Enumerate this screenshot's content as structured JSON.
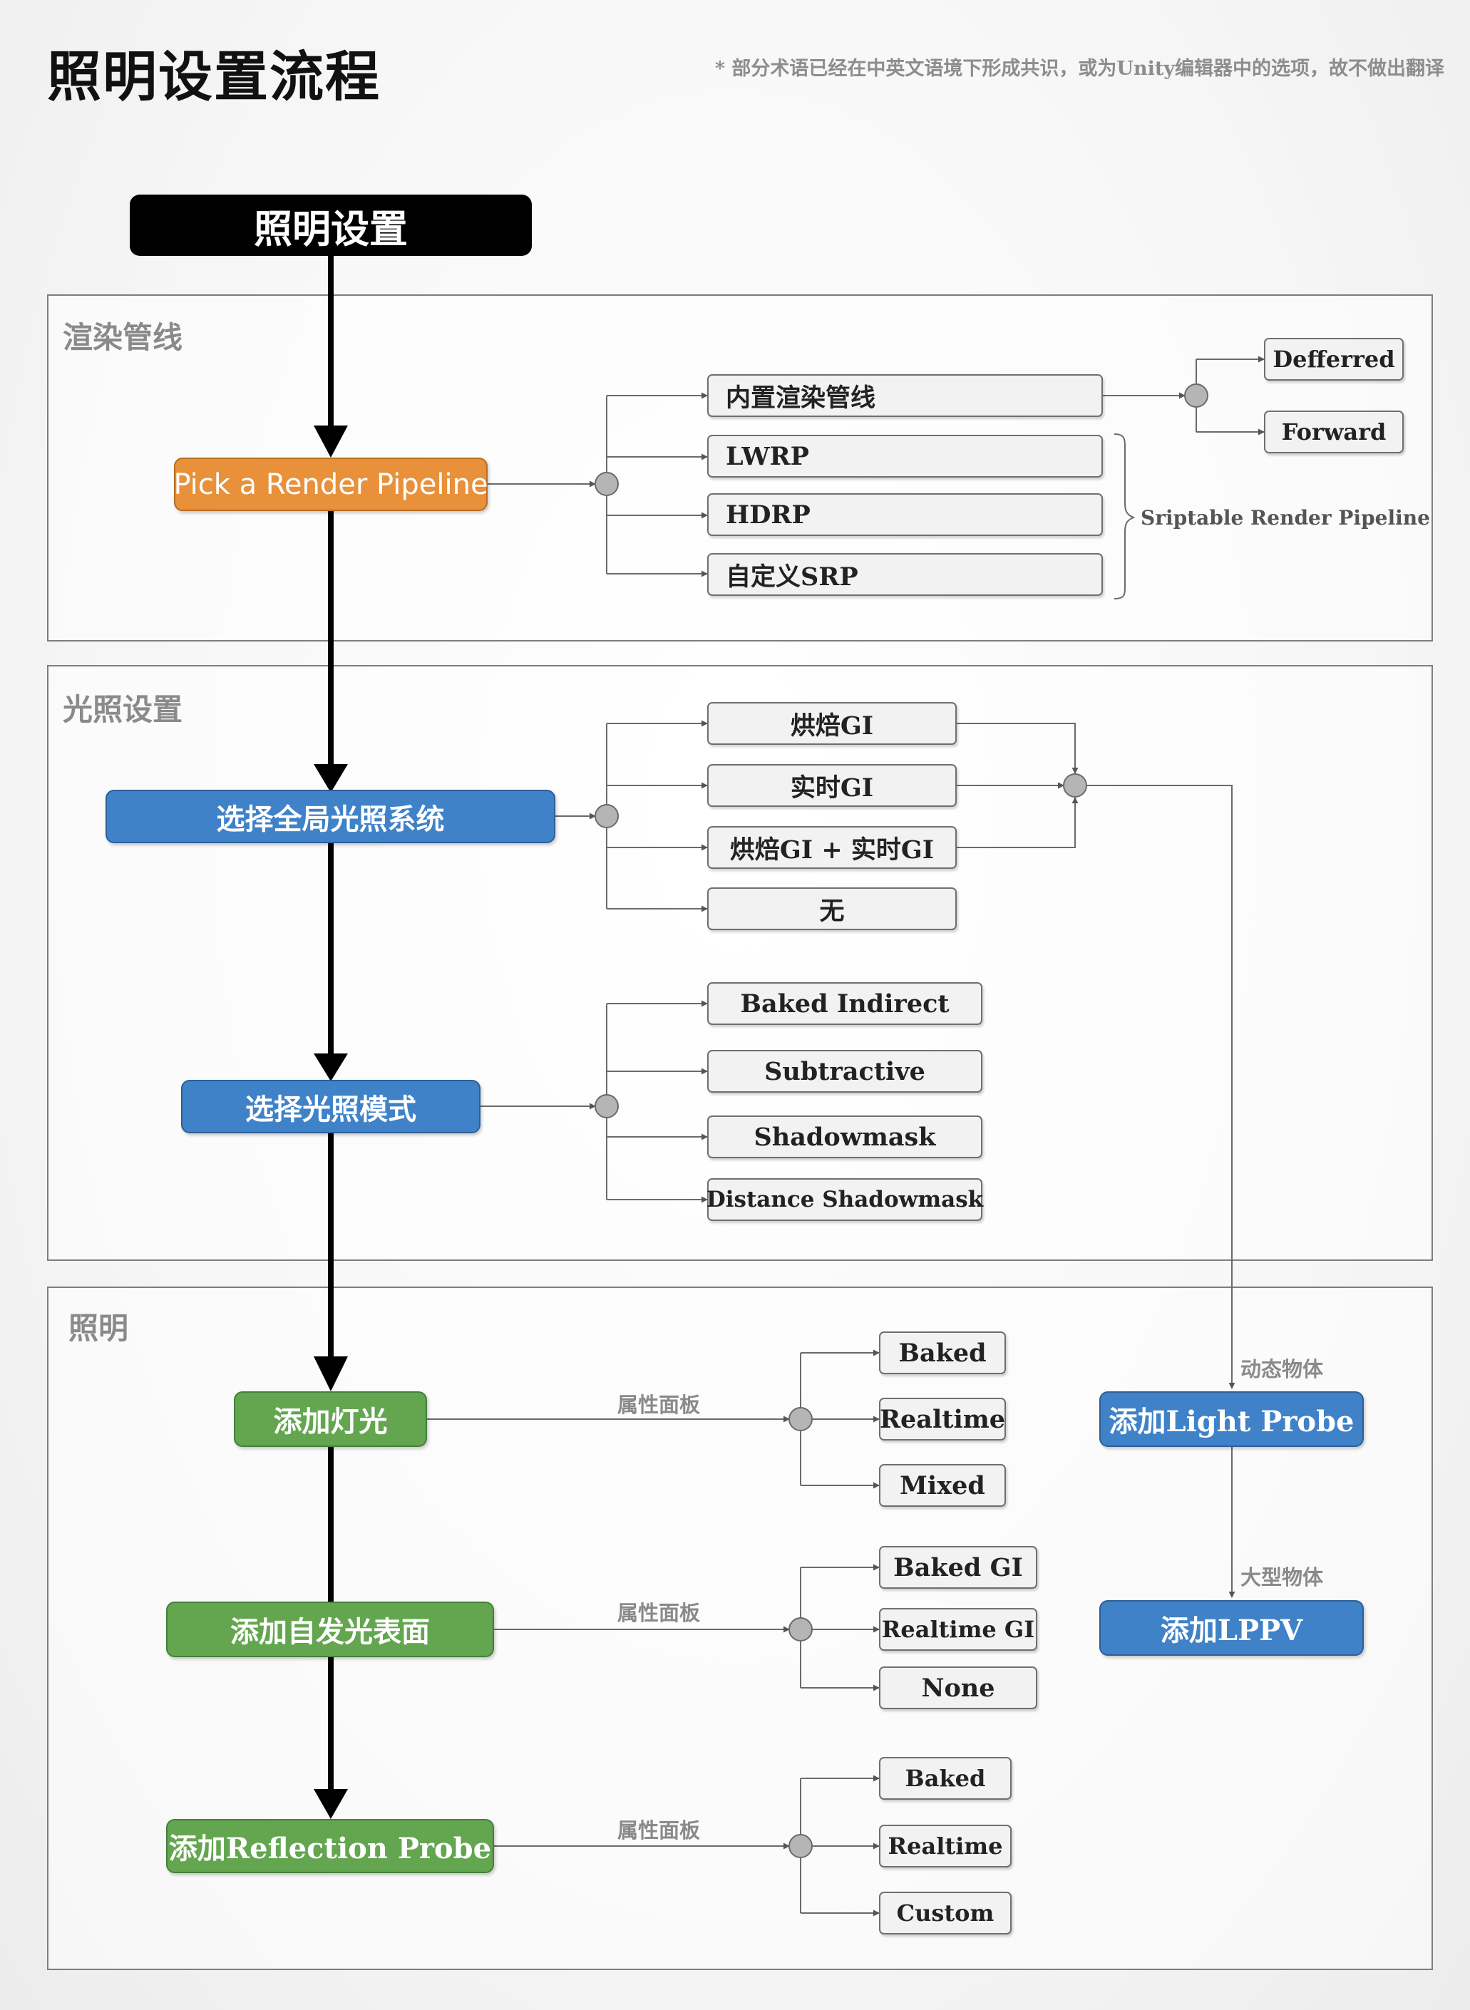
{
  "title": "照明设置流程",
  "note": "* 部分术语已经在中英文语境下形成共识，或为Unity编辑器中的选项，故不做出翻译",
  "start": "照明设置",
  "sections": {
    "pipeline": {
      "title": "渲染管线",
      "main": "Pick a Render Pipeline",
      "options": [
        "内置渲染管线",
        "LWRP",
        "HDRP",
        "自定义SRP"
      ],
      "builtin_paths": [
        "Defferred",
        "Forward"
      ],
      "srp_label": "Sriptable Render Pipeline"
    },
    "lighting_settings": {
      "title": "光照设置",
      "gi_main": "选择全局光照系统",
      "gi_options": [
        "烘焙GI",
        "实时GI",
        "烘焙GI + 实时GI",
        "无"
      ],
      "mode_main": "选择光照模式",
      "mode_options": [
        "Baked Indirect",
        "Subtractive",
        "Shadowmask",
        "Distance Shadowmask"
      ]
    },
    "lighting": {
      "title": "照明",
      "light_main": "添加灯光",
      "light_options": [
        "Baked",
        "Realtime",
        "Mixed"
      ],
      "emissive_main": "添加自发光表面",
      "emissive_options": [
        "Baked GI",
        "Realtime GI",
        "None"
      ],
      "reflection_main": "添加Reflection Probe",
      "reflection_options": [
        "Baked",
        "Realtime",
        "Custom"
      ],
      "panel_label": "属性面板",
      "light_probe": "添加Light Probe",
      "lppv": "添加LPPV",
      "dynamic_label": "动态物体",
      "large_label": "大型物体"
    }
  },
  "colors": {
    "orange": "#e8913a",
    "blue": "#3f82c8",
    "green": "#63a64f",
    "black": "#000000",
    "option_fill": "#f2f2f2",
    "junction": "#b5b5b5"
  }
}
